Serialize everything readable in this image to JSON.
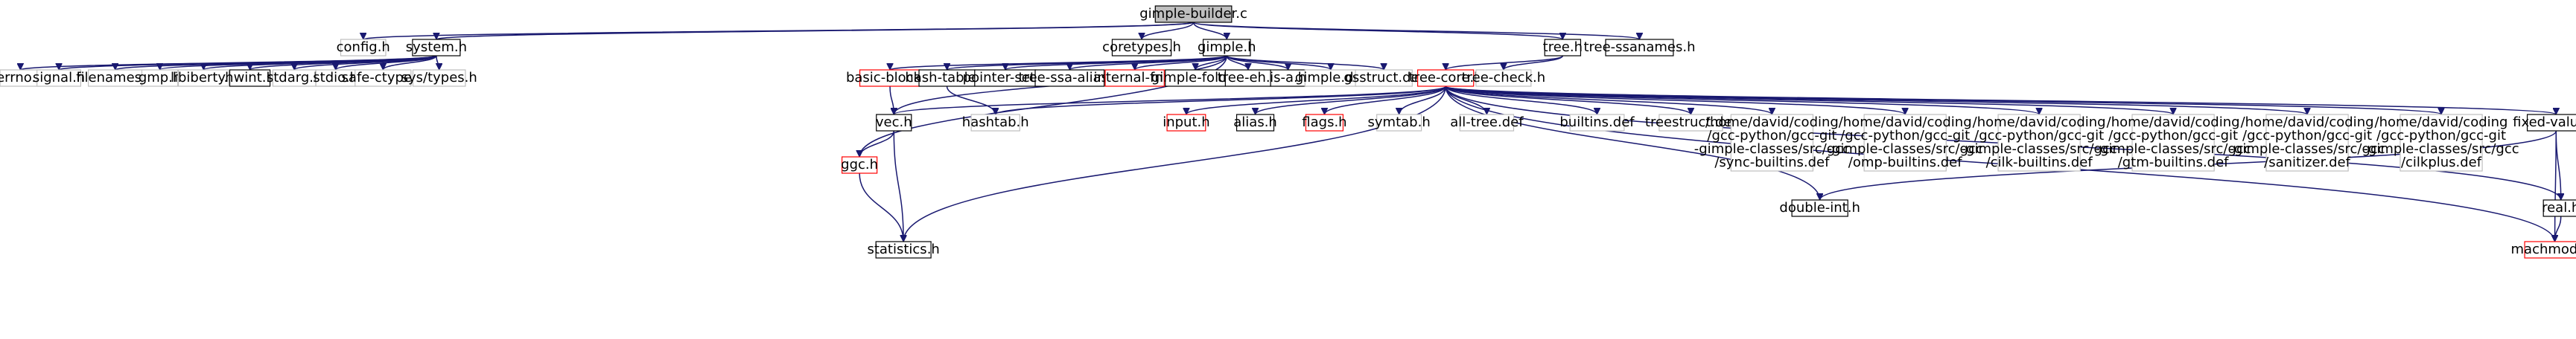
{
  "colors": {
    "edge": "#191970",
    "border_black": "#000000",
    "border_red": "#ff0000",
    "border_grey": "#bfbfbf",
    "root_fill": "#bfbfbf",
    "text": "#000000"
  },
  "nodes": [
    {
      "id": "gimple-builder-c",
      "label": [
        "gimple-builder.c"
      ],
      "style": "root"
    },
    {
      "id": "config-h",
      "label": [
        "config.h"
      ],
      "style": "grey"
    },
    {
      "id": "system-h",
      "label": [
        "system.h"
      ],
      "style": "black"
    },
    {
      "id": "coretypes-h",
      "label": [
        "coretypes.h"
      ],
      "style": "black"
    },
    {
      "id": "gimple-h",
      "label": [
        "gimple.h"
      ],
      "style": "black"
    },
    {
      "id": "tree-h",
      "label": [
        "tree.h"
      ],
      "style": "black"
    },
    {
      "id": "tree-ssanames-h",
      "label": [
        "tree-ssanames.h"
      ],
      "style": "black"
    },
    {
      "id": "errno-h",
      "label": [
        "errno.h"
      ],
      "style": "grey"
    },
    {
      "id": "signal-h",
      "label": [
        "signal.h"
      ],
      "style": "grey"
    },
    {
      "id": "filenames-h",
      "label": [
        "filenames.h"
      ],
      "style": "grey"
    },
    {
      "id": "gmp-h",
      "label": [
        "gmp.h"
      ],
      "style": "grey"
    },
    {
      "id": "libiberty-h",
      "label": [
        "libiberty.h"
      ],
      "style": "grey"
    },
    {
      "id": "hwint-h",
      "label": [
        "hwint.h"
      ],
      "style": "black"
    },
    {
      "id": "stdarg-h",
      "label": [
        "stdarg.h"
      ],
      "style": "grey"
    },
    {
      "id": "stdio-h",
      "label": [
        "stdio.h"
      ],
      "style": "grey"
    },
    {
      "id": "safe-ctype-h",
      "label": [
        "safe-ctype.h"
      ],
      "style": "grey"
    },
    {
      "id": "sys-types-h",
      "label": [
        "sys/types.h"
      ],
      "style": "grey"
    },
    {
      "id": "basic-block-h",
      "label": [
        "basic-block.h"
      ],
      "style": "red"
    },
    {
      "id": "hash-table-h",
      "label": [
        "hash-table.h"
      ],
      "style": "black"
    },
    {
      "id": "pointer-set-h",
      "label": [
        "pointer-set.h"
      ],
      "style": "black"
    },
    {
      "id": "tree-ssa-alias-h",
      "label": [
        "tree-ssa-alias.h"
      ],
      "style": "black"
    },
    {
      "id": "internal-fn-h",
      "label": [
        "internal-fn.h"
      ],
      "style": "red"
    },
    {
      "id": "gimple-fold-h",
      "label": [
        "gimple-fold.h"
      ],
      "style": "black"
    },
    {
      "id": "tree-eh-h",
      "label": [
        "tree-eh.h"
      ],
      "style": "black"
    },
    {
      "id": "is-a-h",
      "label": [
        "is-a.h"
      ],
      "style": "black"
    },
    {
      "id": "gimple-def",
      "label": [
        "gimple.def"
      ],
      "style": "grey"
    },
    {
      "id": "gsstruct-def",
      "label": [
        "gsstruct.def"
      ],
      "style": "grey"
    },
    {
      "id": "tree-core-h",
      "label": [
        "tree-core.h"
      ],
      "style": "red"
    },
    {
      "id": "tree-check-h",
      "label": [
        "tree-check.h"
      ],
      "style": "grey"
    },
    {
      "id": "vec-h",
      "label": [
        "vec.h"
      ],
      "style": "black"
    },
    {
      "id": "hashtab-h",
      "label": [
        "hashtab.h"
      ],
      "style": "grey"
    },
    {
      "id": "input-h",
      "label": [
        "input.h"
      ],
      "style": "red"
    },
    {
      "id": "alias-h",
      "label": [
        "alias.h"
      ],
      "style": "black"
    },
    {
      "id": "flags-h",
      "label": [
        "flags.h"
      ],
      "style": "red"
    },
    {
      "id": "symtab-h",
      "label": [
        "symtab.h"
      ],
      "style": "grey"
    },
    {
      "id": "all-tree-def",
      "label": [
        "all-tree.def"
      ],
      "style": "grey"
    },
    {
      "id": "builtins-def",
      "label": [
        "builtins.def"
      ],
      "style": "grey"
    },
    {
      "id": "treestruct-def",
      "label": [
        "treestruct.def"
      ],
      "style": "grey"
    },
    {
      "id": "sync-builtins-def",
      "label": [
        "/home/david/coding",
        "/gcc-python/gcc-git",
        "-gimple-classes/src/gcc",
        "/sync-builtins.def"
      ],
      "style": "grey"
    },
    {
      "id": "omp-builtins-def",
      "label": [
        "/home/david/coding",
        "/gcc-python/gcc-git",
        "-gimple-classes/src/gcc",
        "/omp-builtins.def"
      ],
      "style": "grey"
    },
    {
      "id": "cilk-builtins-def",
      "label": [
        "/home/david/coding",
        "/gcc-python/gcc-git",
        "-gimple-classes/src/gcc",
        "/cilk-builtins.def"
      ],
      "style": "grey"
    },
    {
      "id": "gtm-builtins-def",
      "label": [
        "/home/david/coding",
        "/gcc-python/gcc-git",
        "-gimple-classes/src/gcc",
        "/gtm-builtins.def"
      ],
      "style": "grey"
    },
    {
      "id": "sanitizer-def",
      "label": [
        "/home/david/coding",
        "/gcc-python/gcc-git",
        "-gimple-classes/src/gcc",
        "/sanitizer.def"
      ],
      "style": "grey"
    },
    {
      "id": "cilkplus-def",
      "label": [
        "/home/david/coding",
        "/gcc-python/gcc-git",
        "-gimple-classes/src/gcc",
        "/cilkplus.def"
      ],
      "style": "grey"
    },
    {
      "id": "fixed-value-h",
      "label": [
        "fixed-value.h"
      ],
      "style": "black"
    },
    {
      "id": "ggc-h",
      "label": [
        "ggc.h"
      ],
      "style": "red"
    },
    {
      "id": "double-int-h",
      "label": [
        "double-int.h"
      ],
      "style": "black"
    },
    {
      "id": "real-h",
      "label": [
        "real.h"
      ],
      "style": "black"
    },
    {
      "id": "statistics-h",
      "label": [
        "statistics.h"
      ],
      "style": "black"
    },
    {
      "id": "machmode-h",
      "label": [
        "machmode.h"
      ],
      "style": "red"
    }
  ],
  "edges": [
    [
      "gimple-builder-c",
      "config-h"
    ],
    [
      "gimple-builder-c",
      "system-h"
    ],
    [
      "gimple-builder-c",
      "coretypes-h"
    ],
    [
      "gimple-builder-c",
      "gimple-h"
    ],
    [
      "gimple-builder-c",
      "tree-h"
    ],
    [
      "gimple-builder-c",
      "tree-ssanames-h"
    ],
    [
      "system-h",
      "errno-h"
    ],
    [
      "system-h",
      "signal-h"
    ],
    [
      "system-h",
      "filenames-h"
    ],
    [
      "system-h",
      "gmp-h"
    ],
    [
      "system-h",
      "libiberty-h"
    ],
    [
      "system-h",
      "hwint-h"
    ],
    [
      "system-h",
      "stdarg-h"
    ],
    [
      "system-h",
      "stdio-h"
    ],
    [
      "system-h",
      "safe-ctype-h"
    ],
    [
      "system-h",
      "sys-types-h"
    ],
    [
      "gimple-h",
      "basic-block-h"
    ],
    [
      "gimple-h",
      "hash-table-h"
    ],
    [
      "gimple-h",
      "pointer-set-h"
    ],
    [
      "gimple-h",
      "tree-ssa-alias-h"
    ],
    [
      "gimple-h",
      "internal-fn-h"
    ],
    [
      "gimple-h",
      "gimple-fold-h"
    ],
    [
      "gimple-h",
      "tree-eh-h"
    ],
    [
      "gimple-h",
      "is-a-h"
    ],
    [
      "gimple-h",
      "gimple-def"
    ],
    [
      "gimple-h",
      "gsstruct-def"
    ],
    [
      "gimple-h",
      "vec-h"
    ],
    [
      "gimple-h",
      "ggc-h"
    ],
    [
      "tree-h",
      "tree-core-h"
    ],
    [
      "tree-h",
      "tree-check-h"
    ],
    [
      "basic-block-h",
      "vec-h"
    ],
    [
      "hash-table-h",
      "hashtab-h"
    ],
    [
      "tree-core-h",
      "vec-h"
    ],
    [
      "tree-core-h",
      "hashtab-h"
    ],
    [
      "tree-core-h",
      "input-h"
    ],
    [
      "tree-core-h",
      "alias-h"
    ],
    [
      "tree-core-h",
      "flags-h"
    ],
    [
      "tree-core-h",
      "symtab-h"
    ],
    [
      "tree-core-h",
      "all-tree-def"
    ],
    [
      "tree-core-h",
      "builtins-def"
    ],
    [
      "tree-core-h",
      "treestruct-def"
    ],
    [
      "tree-core-h",
      "sync-builtins-def"
    ],
    [
      "tree-core-h",
      "omp-builtins-def"
    ],
    [
      "tree-core-h",
      "cilk-builtins-def"
    ],
    [
      "tree-core-h",
      "gtm-builtins-def"
    ],
    [
      "tree-core-h",
      "sanitizer-def"
    ],
    [
      "tree-core-h",
      "cilkplus-def"
    ],
    [
      "tree-core-h",
      "fixed-value-h"
    ],
    [
      "tree-core-h",
      "real-h"
    ],
    [
      "tree-core-h",
      "double-int-h"
    ],
    [
      "tree-core-h",
      "statistics-h"
    ],
    [
      "tree-core-h",
      "machmode-h"
    ],
    [
      "vec-h",
      "ggc-h"
    ],
    [
      "vec-h",
      "statistics-h"
    ],
    [
      "ggc-h",
      "statistics-h"
    ],
    [
      "fixed-value-h",
      "real-h"
    ],
    [
      "fixed-value-h",
      "double-int-h"
    ],
    [
      "fixed-value-h",
      "machmode-h"
    ],
    [
      "real-h",
      "machmode-h"
    ]
  ]
}
